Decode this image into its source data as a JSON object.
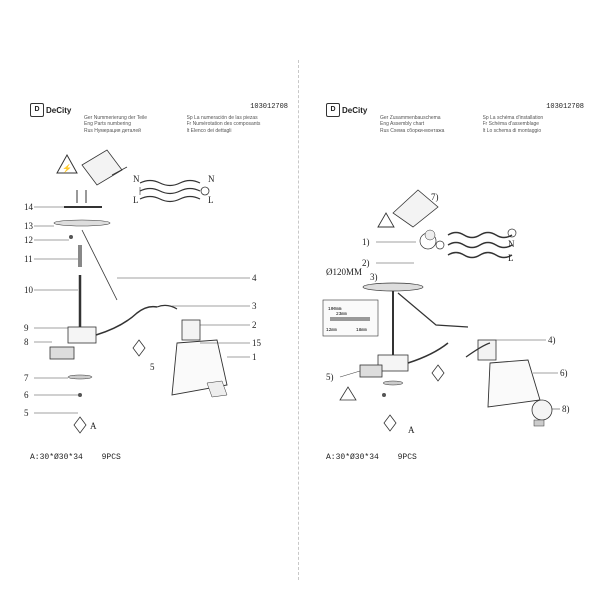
{
  "brand": "DeCity",
  "brand_mark": "D",
  "model_number": "103012708",
  "left_sheet": {
    "header_lines": [
      [
        "Ger Nummerierung der Teile",
        "Sp La numeración de las piezas"
      ],
      [
        "Eng Parts numbering",
        "Fr Numérotation des composants"
      ],
      [
        "Rus Нумерация деталей",
        "It Elenco dei dettagli"
      ]
    ],
    "wiring": {
      "n": "N",
      "l": "L"
    },
    "part_numbers": [
      "14",
      "13",
      "12",
      "11",
      "10",
      "9",
      "8",
      "7",
      "6",
      "5",
      "4",
      "3",
      "2",
      "15",
      "5",
      "1"
    ],
    "note": "A",
    "footer": {
      "size": "A:30*Ø30*34",
      "quantity": "9PCS"
    }
  },
  "right_sheet": {
    "header_lines": [
      [
        "Ger Zusammenbauschema",
        "Sp La schéma d'installation"
      ],
      [
        "Eng Assembly chart",
        "Fr Schéma d'assemblage"
      ],
      [
        "Rus Схема сборки-монтажа",
        "It Lo schema di montaggio"
      ]
    ],
    "wiring": {
      "n": "N",
      "l": "L"
    },
    "steps": [
      "7)",
      "1)",
      "2)",
      "3)",
      "4)",
      "5)",
      "6)",
      "8)"
    ],
    "dimension": "Ø120MM",
    "inset": {
      "a": "100mm",
      "b": "23mm",
      "c": "12mm",
      "d": "18mm"
    },
    "note": "A",
    "footer": {
      "size": "A:30*Ø30*34",
      "quantity": "9PCS"
    }
  }
}
